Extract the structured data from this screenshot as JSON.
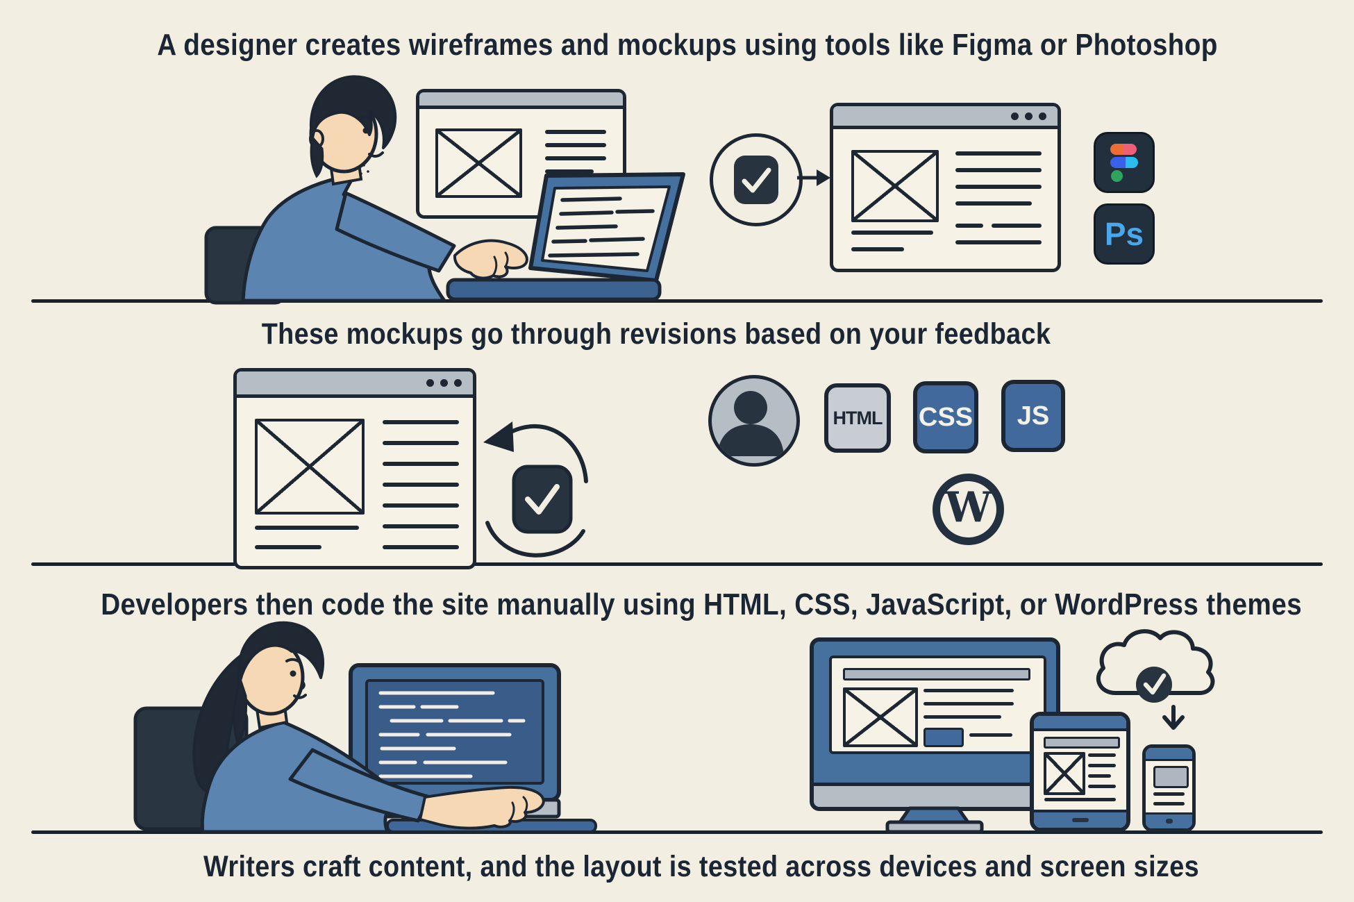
{
  "titles": {
    "step1": "A designer creates wireframes and mockups using tools like Figma or Photoshop",
    "step2": "These mockups go through revisions based on your feedback",
    "step3": "Developers then code the site manually using HTML, CSS, JavaScript, or WordPress themes",
    "caption": "Writers craft content, and the layout is tested across devices and screen sizes"
  },
  "labels": {
    "photoshop": "Ps",
    "html": "HTML",
    "css": "CSS",
    "js": "JS",
    "wordpress": "W"
  },
  "icons": [
    "figma-icon",
    "photoshop-icon",
    "approval-check-icon",
    "forward-arrow-icon",
    "revision-refresh-icon",
    "check-square-icon",
    "user-avatar-icon",
    "html-badge",
    "css-badge",
    "js-badge",
    "wordpress-icon",
    "cloud-check-icon",
    "download-arrow-icon"
  ],
  "colors": {
    "background": "#f3eee2",
    "ink": "#1c2733",
    "window_bar_gray": "#b5bdc5",
    "badge_gray": "#c8cdd3",
    "bezel_blue": "#46719f",
    "screen_blue": "#3a5c88",
    "shirt_blue": "#5b84b0",
    "badge_blue": "#41699b",
    "skin": "#f7d8b4",
    "figma_orange": "#ef6d33",
    "figma_pink": "#ef5f76",
    "figma_blue": "#3a5fe8",
    "figma_cyan": "#2bbdf0",
    "figma_green": "#2fa45c",
    "photoshop_blue": "#4aa7ec"
  }
}
